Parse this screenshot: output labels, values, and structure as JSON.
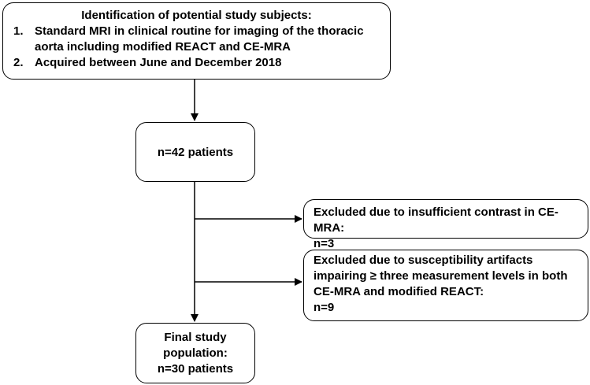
{
  "flowchart": {
    "identification": {
      "heading": "Identification of potential study subjects:",
      "items": [
        {
          "number": "1.",
          "text": "Standard MRI in clinical routine for imaging of the thoracic aorta including modified REACT and CE-MRA"
        },
        {
          "number": "2.",
          "text": "Acquired between June and December 2018"
        }
      ]
    },
    "patients": {
      "text": "n=42 patients"
    },
    "excluded_contrast": {
      "line1": "Excluded due to insufficient contrast in CE-MRA:",
      "line2": "n=3"
    },
    "excluded_artifacts": {
      "line1": "Excluded due to susceptibility artifacts",
      "line2": "impairing ≥ three measurement levels in both",
      "line3": "CE-MRA and modified REACT:",
      "line4": "n=9"
    },
    "final": {
      "line1": "Final study",
      "line2": "population:",
      "line3": "n=30 patients"
    }
  },
  "colors": {
    "stroke": "#000000",
    "background": "#ffffff"
  }
}
